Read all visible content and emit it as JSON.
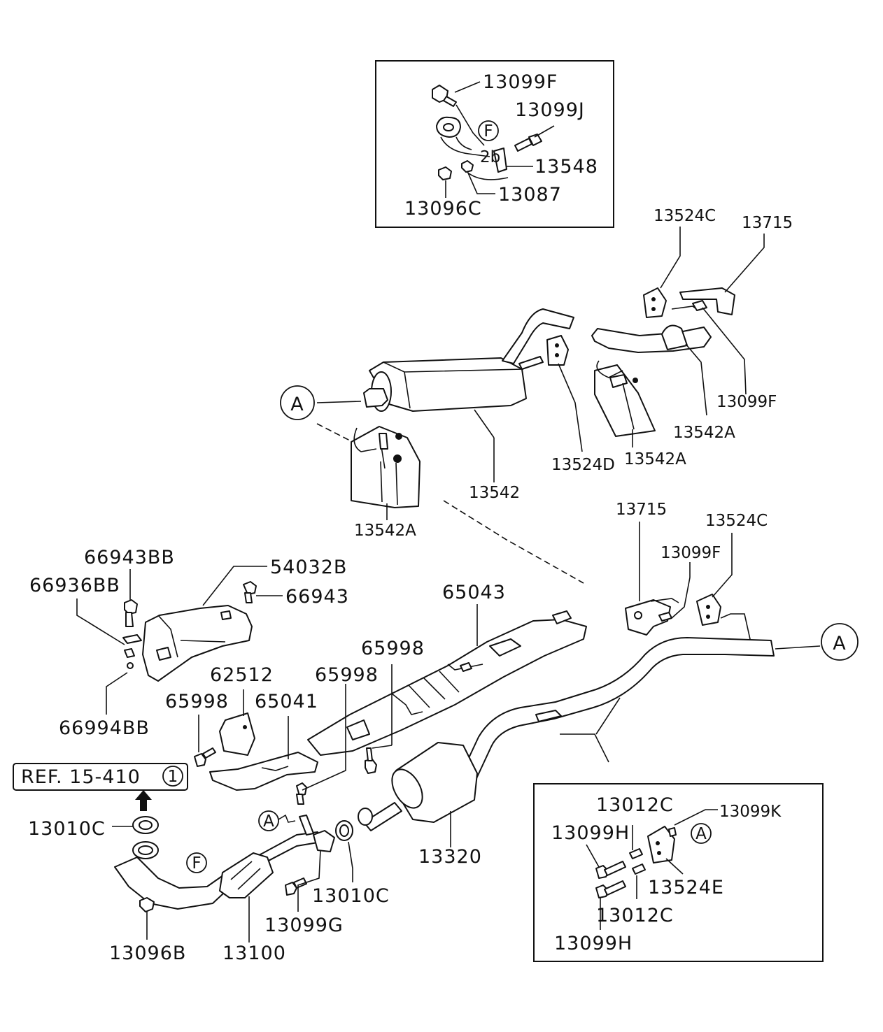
{
  "inset_top": {
    "labels": [
      "13099F",
      "13099J",
      "13548",
      "13087",
      "13096C"
    ],
    "marker": "F",
    "part_mark": "2b"
  },
  "rear_muffler_group": {
    "labels": [
      "13524C",
      "13715",
      "13099F",
      "13542A",
      "13542A",
      "13524D",
      "13542",
      "13542A"
    ],
    "connector": "A"
  },
  "front_group": {
    "labels": [
      "66943BB",
      "54032B",
      "66936BB",
      "66943",
      "66994BB",
      "65043",
      "65998",
      "62512",
      "65998",
      "65998",
      "65041",
      "13715",
      "13524C",
      "13099F"
    ],
    "connector": "A"
  },
  "exhaust_pipe_group": {
    "reference": "REF. 15-410",
    "reference_marker": "1",
    "labels": [
      "13010C",
      "13320",
      "13010C",
      "13099G",
      "13096B",
      "13100"
    ],
    "marker_f": "F",
    "connector": "A"
  },
  "inset_bottom": {
    "labels": [
      "13012C",
      "13099K",
      "13099H",
      "13524E",
      "13012C",
      "13099H"
    ],
    "connector": "A"
  }
}
